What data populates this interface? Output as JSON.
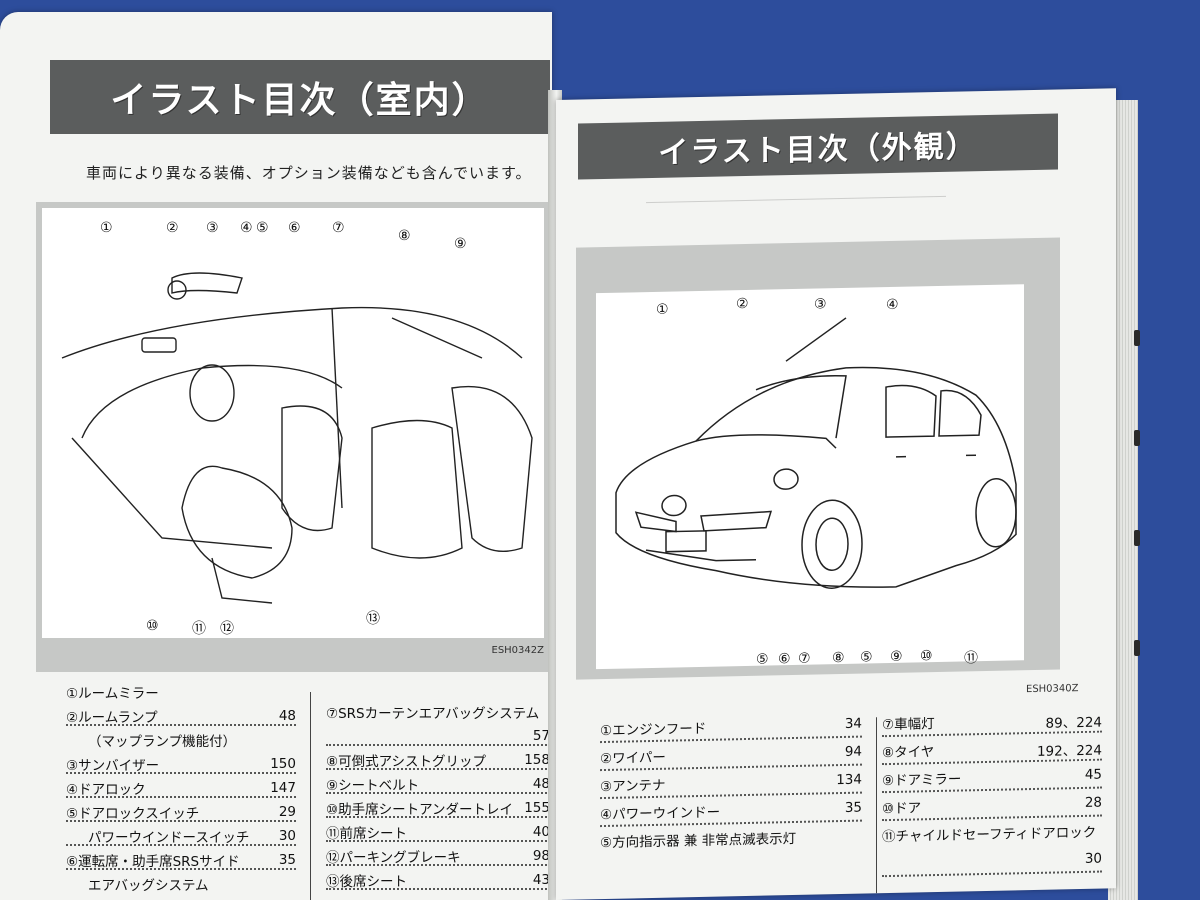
{
  "left": {
    "title": "イラスト目次（室内）",
    "subtitle": "車両により異なる装備、オプション装備なども含んでいます。",
    "figure_code": "ESH0342Z",
    "callouts": [
      "①",
      "②",
      "③",
      "④",
      "⑤",
      "⑥",
      "⑦",
      "⑧",
      "⑨",
      "⑩",
      "⑪",
      "⑫",
      "⑬"
    ],
    "entries_col1": [
      {
        "label": "①ルームミラー",
        "page": ""
      },
      {
        "label": "②ルームランプ",
        "page": "48"
      },
      {
        "label": "（マップランプ機能付）",
        "page": ""
      },
      {
        "label": "③サンバイザー",
        "page": "150"
      },
      {
        "label": "④ドアロック",
        "page": "147"
      },
      {
        "label": "⑤ドアロックスイッチ",
        "page": "29"
      },
      {
        "label": "パワーウインドースイッチ",
        "page": "30"
      },
      {
        "label": "⑥運転席・助手席SRSサイド",
        "page": "35"
      },
      {
        "label": "エアバッグシステム",
        "page": ""
      }
    ],
    "entries_col2": [
      {
        "label": "⑦SRSカーテンエアバッグシステム",
        "page": ""
      },
      {
        "label": "",
        "page": "57"
      },
      {
        "label": "⑧可倒式アシストグリップ",
        "page": "158"
      },
      {
        "label": "⑨シートベルト",
        "page": "48"
      },
      {
        "label": "⑩助手席シートアンダートレイ",
        "page": "155"
      },
      {
        "label": "⑪前席シート",
        "page": "40"
      },
      {
        "label": "⑫パーキングブレーキ",
        "page": "98"
      },
      {
        "label": "⑬後席シート",
        "page": "43"
      }
    ]
  },
  "right": {
    "title": "イラスト目次（外観）",
    "figure_code": "ESH0340Z",
    "callouts_top": [
      "①",
      "②",
      "③",
      "④"
    ],
    "callouts_bottom": [
      "⑤",
      "⑥",
      "⑦",
      "⑧",
      "⑤",
      "⑨",
      "⑩",
      "⑪"
    ],
    "entries_col1": [
      {
        "label": "①エンジンフード",
        "page": "34"
      },
      {
        "label": "②ワイパー",
        "page": "94"
      },
      {
        "label": "③アンテナ",
        "page": "134"
      },
      {
        "label": "④パワーウインドー",
        "page": "35"
      },
      {
        "label": "⑤方向指示器 兼 非常点滅表示灯",
        "page": ""
      }
    ],
    "entries_col2": [
      {
        "label": "⑦車幅灯",
        "page": "89、224"
      },
      {
        "label": "⑧タイヤ",
        "page": "192、224"
      },
      {
        "label": "⑨ドアミラー",
        "page": "45"
      },
      {
        "label": "⑩ドア",
        "page": "28"
      },
      {
        "label": "⑪チャイルドセーフティドアロック",
        "page": ""
      },
      {
        "label": "",
        "page": "30"
      }
    ]
  },
  "colors": {
    "background": "#2d4d9c",
    "title_bar": "#5b5d5d",
    "page": "#f3f4f2",
    "figure_frame": "#c6c8c6"
  }
}
